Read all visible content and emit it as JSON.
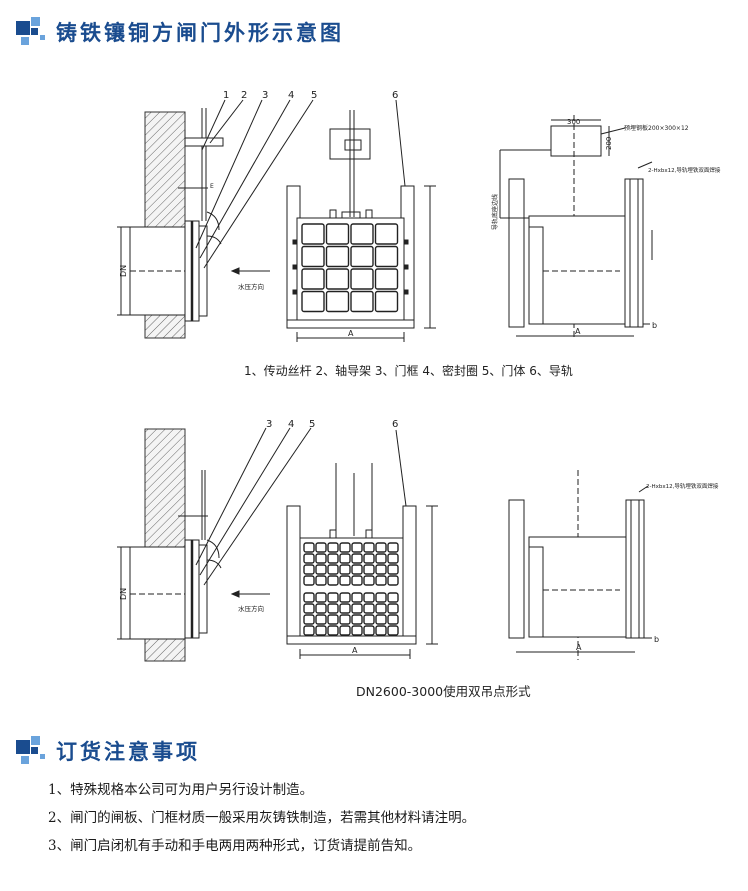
{
  "header": {
    "title": "铸铁镶铜方闸门外形示意图",
    "icon": "blue-squares-icon"
  },
  "figure1": {
    "callouts": [
      "1",
      "2",
      "3",
      "4",
      "5",
      "6"
    ],
    "dn_label": "DN",
    "flow_label": "水压方向",
    "plate_label": "预埋钢板200×300×12",
    "dim_300": "300",
    "dim_200": "200",
    "bolt_label": "2-Hxbx12,导轨埋铁双面焊接",
    "side_label": "导轨底座边线",
    "dim_a": "A",
    "dim_b": "b",
    "caption": "1、传动丝杆 2、轴导架 3、门框 4、密封圈 5、门体 6、导轨"
  },
  "figure2": {
    "callouts": [
      "3",
      "4",
      "5",
      "6"
    ],
    "dn_label": "DN",
    "flow_label": "水压方向",
    "bolt_label": "2-Hxbx12,导轨埋铁双面焊接",
    "dim_a": "A",
    "dim_b": "b",
    "caption": "DN2600-3000使用双吊点形式"
  },
  "order": {
    "title": "订货注意事项",
    "icon": "blue-squares-icon",
    "notes": [
      "1、特殊规格本公司可为用户另行设计制造。",
      "2、闸门的闸板、门框材质一般采用灰铸铁制造，若需其他材料请注明。",
      "3、闸门启闭机有手动和手电两用两种形式，订货请提前告知。"
    ]
  },
  "colors": {
    "accent": "#1a4c8f",
    "accent_light": "#6aa3dc",
    "line": "#222222",
    "hatch": "#555555"
  }
}
